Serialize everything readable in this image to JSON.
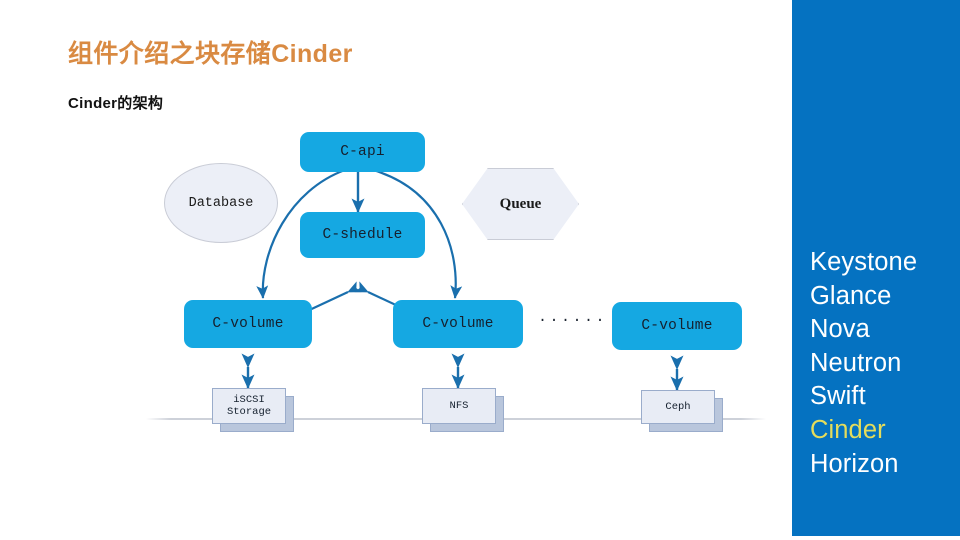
{
  "slide": {
    "title": "组件介绍之块存储Cinder",
    "subtitle": "Cinder的架构",
    "title_color": "#d98a42",
    "panel_color": "#0572c1",
    "node_color": "#15a8e2",
    "highlight_color": "#e4dc5c"
  },
  "diagram": {
    "nodes": {
      "database": "Database",
      "queue": "Queue",
      "c_api": "C-api",
      "c_shedule": "C-shedule",
      "c_volume_1": "C-volume",
      "c_volume_2": "C-volume",
      "c_volume_3": "C-volume",
      "iscsi_storage": "iSCSI\nStorage",
      "iscsi_storage_line1": "iSCSI",
      "iscsi_storage_line2": "Storage",
      "nfs": "NFS",
      "ceph": "Ceph",
      "ellipsis": "······"
    }
  },
  "right_panel": {
    "services": [
      {
        "label": "Keystone",
        "highlighted": false
      },
      {
        "label": "Glance",
        "highlighted": false
      },
      {
        "label": "Nova",
        "highlighted": false
      },
      {
        "label": "Neutron",
        "highlighted": false
      },
      {
        "label": "Swift",
        "highlighted": false
      },
      {
        "label": "Cinder",
        "highlighted": true
      },
      {
        "label": "Horizon",
        "highlighted": false
      }
    ]
  }
}
